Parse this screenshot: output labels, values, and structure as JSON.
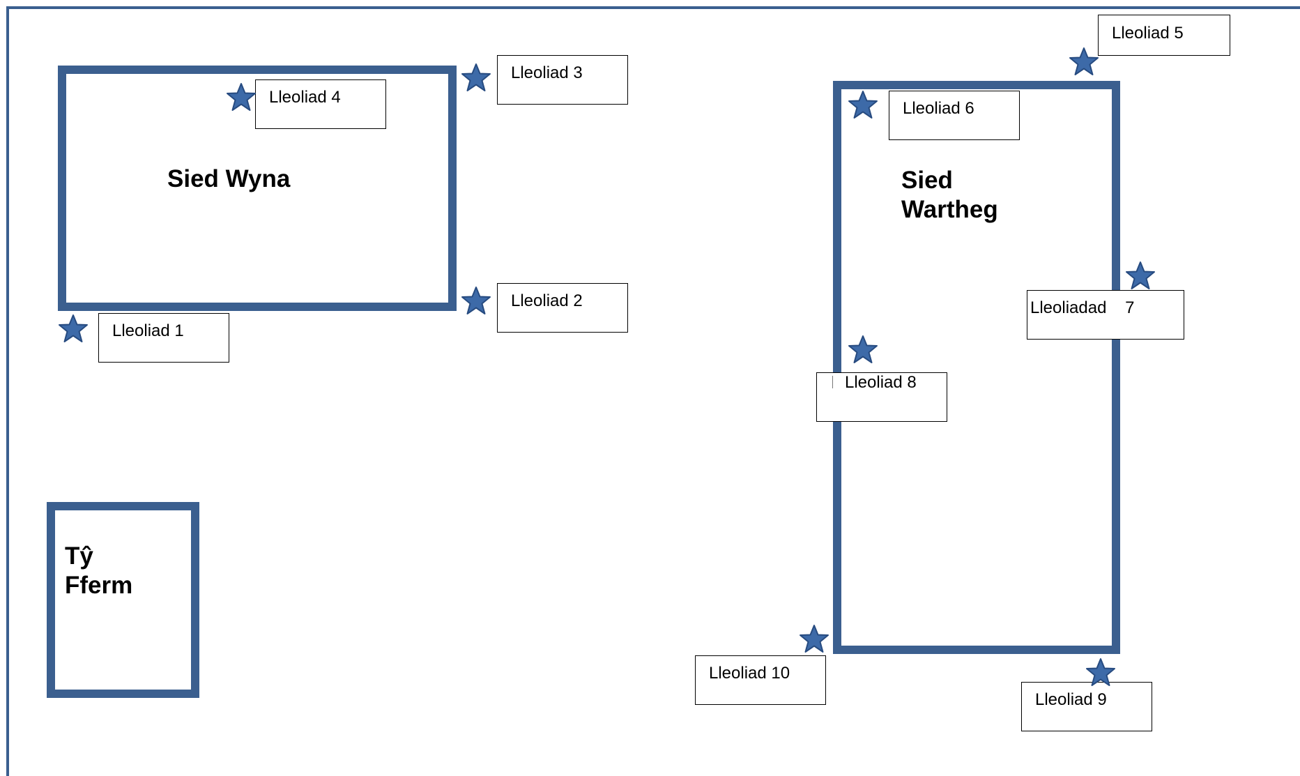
{
  "colors": {
    "building_border": "#3b5f8f",
    "star_fill": "#3d6aa8",
    "star_stroke": "#274b80"
  },
  "buildings": {
    "lambing_shed": "Sied Wyna",
    "cattle_shed": "Sied\nWartheg",
    "farmhouse": "Tŷ\nFferm"
  },
  "locations": {
    "l1": "Lleoliad 1",
    "l2": "Lleoliad 2",
    "l3": "Lleoliad 3",
    "l4": "Lleoliad 4",
    "l5": "Lleoliad 5",
    "l6": "Lleoliad 6",
    "l7": "Lleoliadad    7",
    "l8": "Lleoliad 8",
    "l9": "Lleoliad 9",
    "l10": "Lleoliad 10"
  },
  "icons": {
    "marker": "star-icon"
  }
}
